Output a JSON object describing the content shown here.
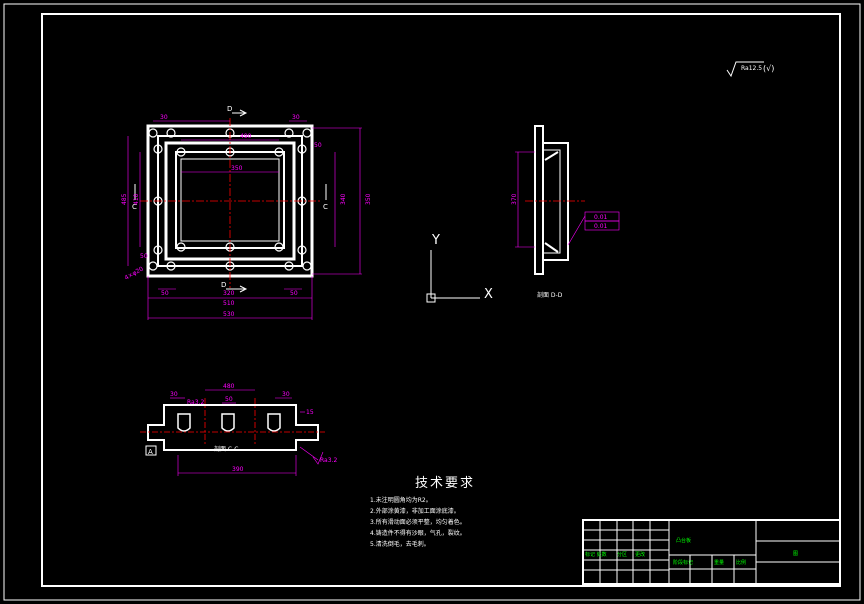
{
  "roughness": {
    "symbol": "Ra12.5",
    "suffix": "(√)"
  },
  "top_view": {
    "dims": {
      "d30a": "30",
      "d30b": "30",
      "d490": "490",
      "d350": "350",
      "d350b": "350",
      "d485": "485",
      "d410": "410",
      "d340": "340",
      "d510": "510",
      "d530": "530",
      "d50a": "50",
      "d50b": "50",
      "d320": "320",
      "d50c": "50",
      "d50d": "50",
      "d4x": "4×φ20"
    },
    "section_marks": {
      "d_top": "D",
      "d_bottom": "D",
      "c_left": "C",
      "c_right": "C"
    }
  },
  "section_dd": {
    "label": "剖面 D-D",
    "dim": "370",
    "tol1": "0.01",
    "tol2": "0.01"
  },
  "section_cc": {
    "label": "剖面 C-C",
    "dims": {
      "d480": "480",
      "d50": "50",
      "d30": "30",
      "d30b": "30",
      "d15": "15",
      "d390": "390",
      "ra": "Ra3.2",
      "ra2": "Ra3.2"
    },
    "datum": "A"
  },
  "axes": {
    "x": "X",
    "y": "Y"
  },
  "tech_requirements": {
    "title": "技术要求",
    "items": [
      "1.未注明圆角均为R2。",
      "2.外部涂黄漆，非加工面涂底漆。",
      "3.所有滑动面必须平整，均匀着色。",
      "4.铸造件不得有沙眼，气孔，裂纹。",
      "5.清洗倒毛，去毛刺。"
    ]
  },
  "title_block": {
    "name": "凸台板",
    "code": "图",
    "row1": "标记 处数",
    "row2": "分区",
    "row3": "更改",
    "cell_a": "阶段标记",
    "cell_b": "重量",
    "cell_c": "比例"
  },
  "colors": {
    "frame": "#ffffff",
    "dim": "#ff00ff",
    "center": "#ff0000",
    "table": "#00ff00",
    "background": "#000000"
  }
}
